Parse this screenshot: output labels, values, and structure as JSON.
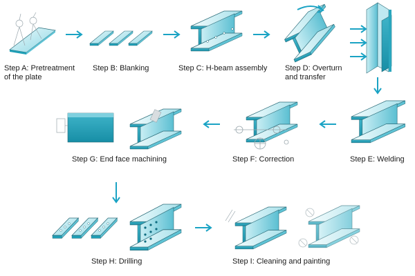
{
  "colors": {
    "arrow": "#1aa3c4",
    "steel_light": "#d8f3f7",
    "steel_mid": "#7fd0df",
    "steel_dark": "#1f9fb6",
    "outline": "#2a6b78",
    "sketch": "#9aa7ad"
  },
  "steps": {
    "a": {
      "line1": "Step A: Pretreatment",
      "line2": "of the plate"
    },
    "b": {
      "line1": "Step B: Blanking"
    },
    "c": {
      "line1": "Step C: H-beam assembly"
    },
    "d": {
      "line1": "Step D: Overturn",
      "line2": "and transfer"
    },
    "e": {
      "line1": "Step E: Welding"
    },
    "f": {
      "line1": "Step F: Correction"
    },
    "g": {
      "line1": "Step G: End face machining"
    },
    "h": {
      "line1": "Step H: Drilling"
    },
    "i": {
      "line1": "Step I: Cleaning and painting"
    }
  },
  "icons": {
    "plate": "steel-plate-icon",
    "strips": "steel-strips-icon",
    "beam": "h-beam-icon",
    "arrow": "flow-arrow-icon",
    "machine": "roller-machine-icon",
    "nozzle": "spray-nozzle-icon"
  }
}
